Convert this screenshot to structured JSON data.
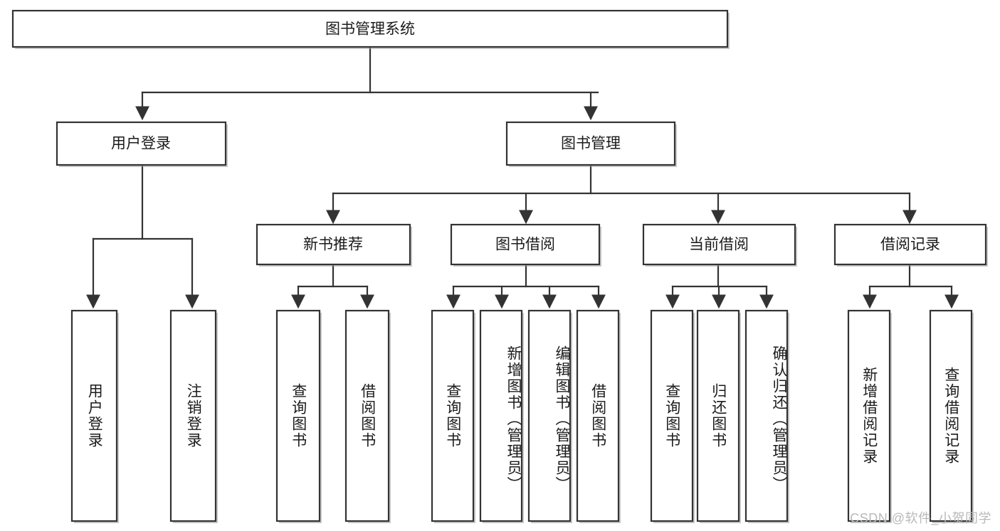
{
  "diagram": {
    "type": "hierarchy-tree",
    "title_node": {
      "label": "图书管理系统"
    },
    "level2": [
      {
        "id": "user-login",
        "label": "用户登录"
      },
      {
        "id": "book-manage",
        "label": "图书管理"
      }
    ],
    "level3": [
      {
        "id": "new-book-recommend",
        "label": "新书推荐",
        "parent": "book-manage"
      },
      {
        "id": "book-borrow",
        "label": "图书借阅",
        "parent": "book-manage"
      },
      {
        "id": "current-borrow",
        "label": "当前借阅",
        "parent": "book-manage"
      },
      {
        "id": "borrow-record",
        "label": "借阅记录",
        "parent": "book-manage"
      }
    ],
    "leaves": [
      {
        "id": "leaf-user-login",
        "label": "用户登录",
        "parent": "user-login"
      },
      {
        "id": "leaf-logout-login",
        "label": "注销登录",
        "parent": "user-login"
      },
      {
        "id": "leaf-query-book-1",
        "label": "查询图书",
        "parent": "new-book-recommend"
      },
      {
        "id": "leaf-borrow-book-1",
        "label": "借阅图书",
        "parent": "new-book-recommend"
      },
      {
        "id": "leaf-query-book-2",
        "label": "查询图书",
        "parent": "book-borrow"
      },
      {
        "id": "leaf-add-book",
        "label": "新增图书（管理员）",
        "parent": "book-borrow"
      },
      {
        "id": "leaf-edit-book",
        "label": "编辑图书（管理员）",
        "parent": "book-borrow"
      },
      {
        "id": "leaf-borrow-book-2",
        "label": "借阅图书",
        "parent": "book-borrow"
      },
      {
        "id": "leaf-query-book-3",
        "label": "查询图书",
        "parent": "current-borrow"
      },
      {
        "id": "leaf-return-book",
        "label": "归还图书",
        "parent": "current-borrow"
      },
      {
        "id": "leaf-confirm-return",
        "label": "确认归还（管理员）",
        "parent": "current-borrow"
      },
      {
        "id": "leaf-add-record",
        "label": "新增借阅记录",
        "parent": "borrow-record"
      },
      {
        "id": "leaf-query-record",
        "label": "查询借阅记录",
        "parent": "borrow-record"
      }
    ],
    "colors": {
      "box_stroke": "#333333",
      "box_fill": "#ffffff",
      "text": "#1b1b1b",
      "watermark": "#b9b9b9",
      "background": "#ffffff"
    }
  },
  "watermark": {
    "text": "CSDN @软件_小贺同学"
  }
}
